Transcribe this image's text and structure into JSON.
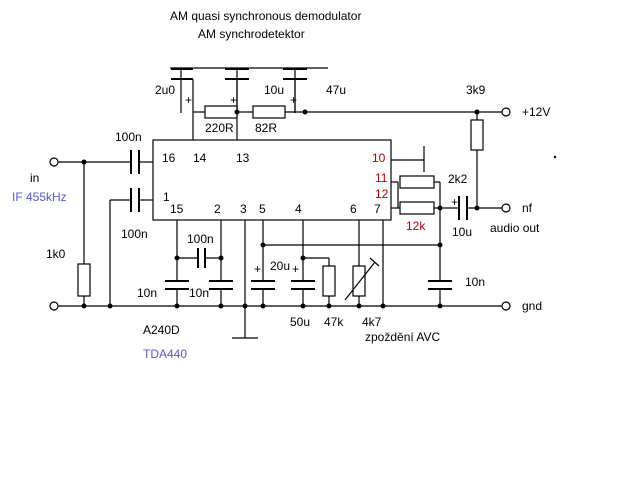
{
  "titles": {
    "line1": "AM quasi synchronous demodulator",
    "line2": "AM synchrodetektor"
  },
  "ic": {
    "name": "A240D",
    "alt_name": "TDA440",
    "pins_top": [
      "16",
      "14",
      "13"
    ],
    "pins_left": [
      "1"
    ],
    "pins_right": [
      "10",
      "11",
      "12"
    ],
    "pins_bottom": [
      "15",
      "2",
      "3",
      "5",
      "4",
      "6",
      "7"
    ]
  },
  "components": {
    "c_2u0": "2u0",
    "c_10u_top": "10u",
    "c_47u": "47u",
    "r_220": "220R",
    "r_82": "82R",
    "r_3k9": "3k9",
    "c_100n_in": "100n",
    "c_100n_b": "100n",
    "r_1k0": "1k0",
    "r_2k2": "2k2",
    "r_12k": "12k",
    "c_10u_out": "10u",
    "c_100n_mid": "100n",
    "c_10n_a": "10n",
    "c_10n_b": "10n",
    "c_20u": "20u",
    "c_50u": "50u",
    "r_47k": "47k",
    "r_4k7": "4k7",
    "c_10n_right": "10n",
    "plus": "+"
  },
  "nets": {
    "vcc": "+12V",
    "input": "in",
    "if_freq": "IF 455kHz",
    "output": "nf",
    "output_desc": "audio out",
    "ground": "gnd",
    "avc_note": "zpoždění AVC"
  }
}
